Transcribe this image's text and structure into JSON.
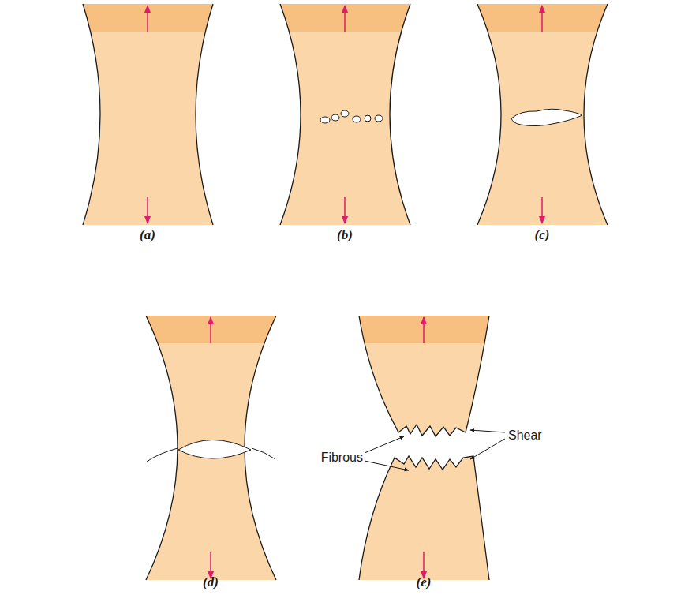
{
  "diagram": {
    "labels": [
      "(a)",
      "(b)",
      "(c)",
      "(d)",
      "(e)",
      "Fibrous",
      "Shear"
    ]
  }
}
